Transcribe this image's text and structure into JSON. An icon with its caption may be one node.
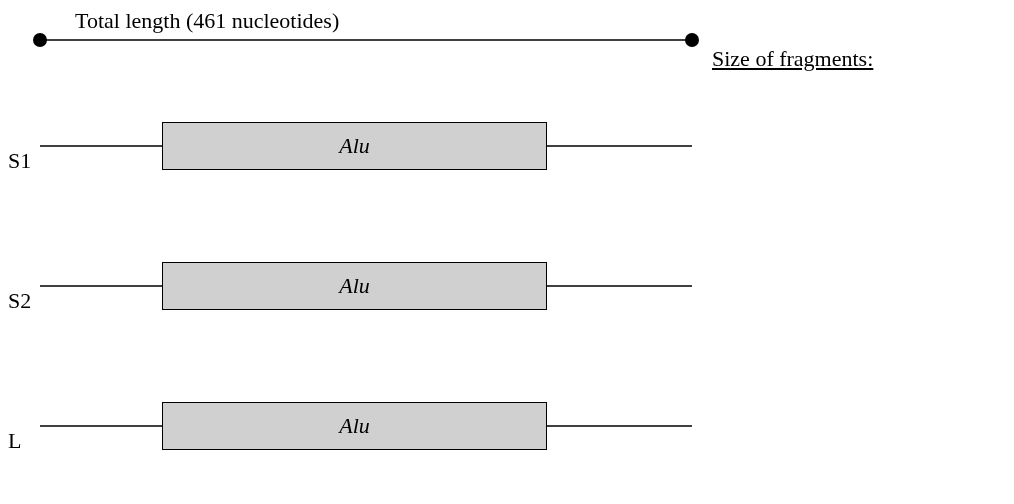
{
  "diagram": {
    "nodes": [
      {
        "text": [
          "S1"
        ]
      },
      {
        "text": [
          "Alu"
        ]
      },
      {
        "text": [
          "S2"
        ]
      },
      {
        "text": [
          "Alu"
        ]
      },
      {
        "text": [
          "L"
        ]
      },
      {
        "text": [
          "Alu"
        ]
      }
    ],
    "edges": [
      {
        "from": 0,
        "to": 1,
        "arrow": "none"
      },
      {
        "from": 1,
        "to": null,
        "arrow": "none"
      },
      {
        "from": 2,
        "to": 3,
        "arrow": "none"
      },
      {
        "from": 3,
        "to": null,
        "arrow": "none"
      },
      {
        "from": 4,
        "to": 5,
        "arrow": "none"
      },
      {
        "from": 5,
        "to": null,
        "arrow": "none"
      }
    ],
    "labels": [
      "Total length (461 nucleotides)",
      "Size of fragments:"
    ]
  }
}
